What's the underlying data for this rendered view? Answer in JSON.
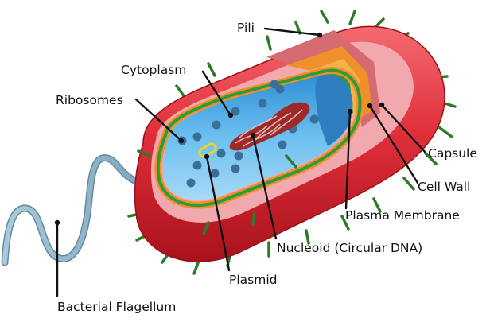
{
  "diagram": {
    "subject": "bacterial cell",
    "labels": {
      "pili": "Pili",
      "cytoplasm": "Cytoplasm",
      "ribosomes": "Ribosomes",
      "capsule": "Capsule",
      "cell_wall": "Cell Wall",
      "plasma_membrane": "Plasma Membrane",
      "nucleoid": "Nucleoid (Circular DNA)",
      "plasmid": "Plasmid",
      "flagellum": "Bacterial Flagellum"
    },
    "colors": {
      "capsule": "#e0303a",
      "capsule_dark": "#b5141f",
      "capsule_light": "#f3a3a8",
      "cell_wall": "#f0902a",
      "plasma_membrane": "#2f9a3a",
      "cytoplasm": "#4aa8e6",
      "cytoplasm_light": "#a7d9f6",
      "ribosome": "#3b6f9a",
      "nucleoid": "#9b2a2a",
      "plasmid": "#f2d21e",
      "pili": "#2f7a2a",
      "flagellum": "#8fb4c8"
    }
  }
}
